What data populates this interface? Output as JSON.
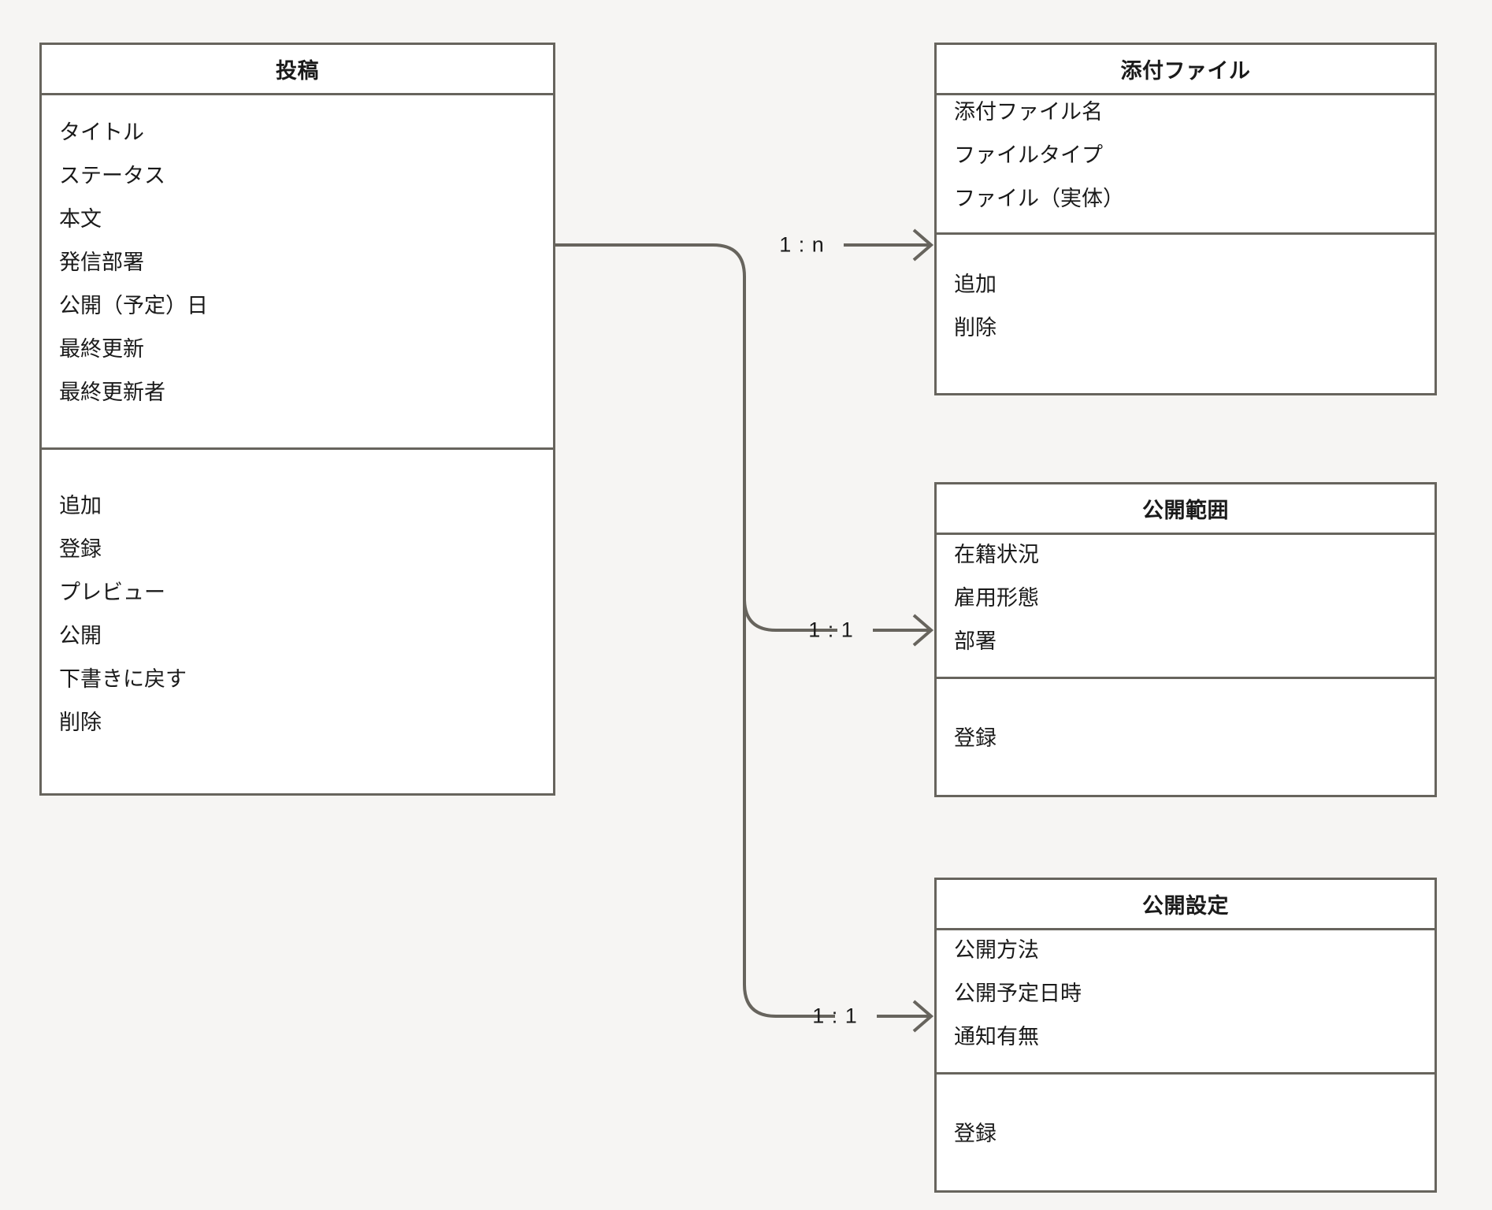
{
  "diagram": {
    "type": "class-diagram",
    "background_color": "#f6f5f3",
    "border_color": "#67645d",
    "box_fill": "#ffffff"
  },
  "classes": {
    "post": {
      "title": "投稿",
      "attributes": [
        "タイトル",
        "ステータス",
        "本文",
        "発信部署",
        "公開（予定）日",
        "最終更新",
        "最終更新者"
      ],
      "operations": [
        "追加",
        "登録",
        "プレビュー",
        "公開",
        "下書きに戻す",
        "削除"
      ]
    },
    "attachment": {
      "title": "添付ファイル",
      "attributes": [
        "添付ファイル名",
        "ファイルタイプ",
        "ファイル（実体）"
      ],
      "operations": [
        "追加",
        "削除"
      ]
    },
    "scope": {
      "title": "公開範囲",
      "attributes": [
        "在籍状況",
        "雇用形態",
        "部署"
      ],
      "operations": [
        "登録"
      ]
    },
    "settings": {
      "title": "公開設定",
      "attributes": [
        "公開方法",
        "公開予定日時",
        "通知有無"
      ],
      "operations": [
        "登録"
      ]
    }
  },
  "relationships": [
    {
      "id": "post-attachment",
      "from": "投稿",
      "to": "添付ファイル",
      "cardinality": "1 : n"
    },
    {
      "id": "post-scope",
      "from": "投稿",
      "to": "公開範囲",
      "cardinality": "1 : 1"
    },
    {
      "id": "post-settings",
      "from": "投稿",
      "to": "公開設定",
      "cardinality": "1 : 1"
    }
  ]
}
